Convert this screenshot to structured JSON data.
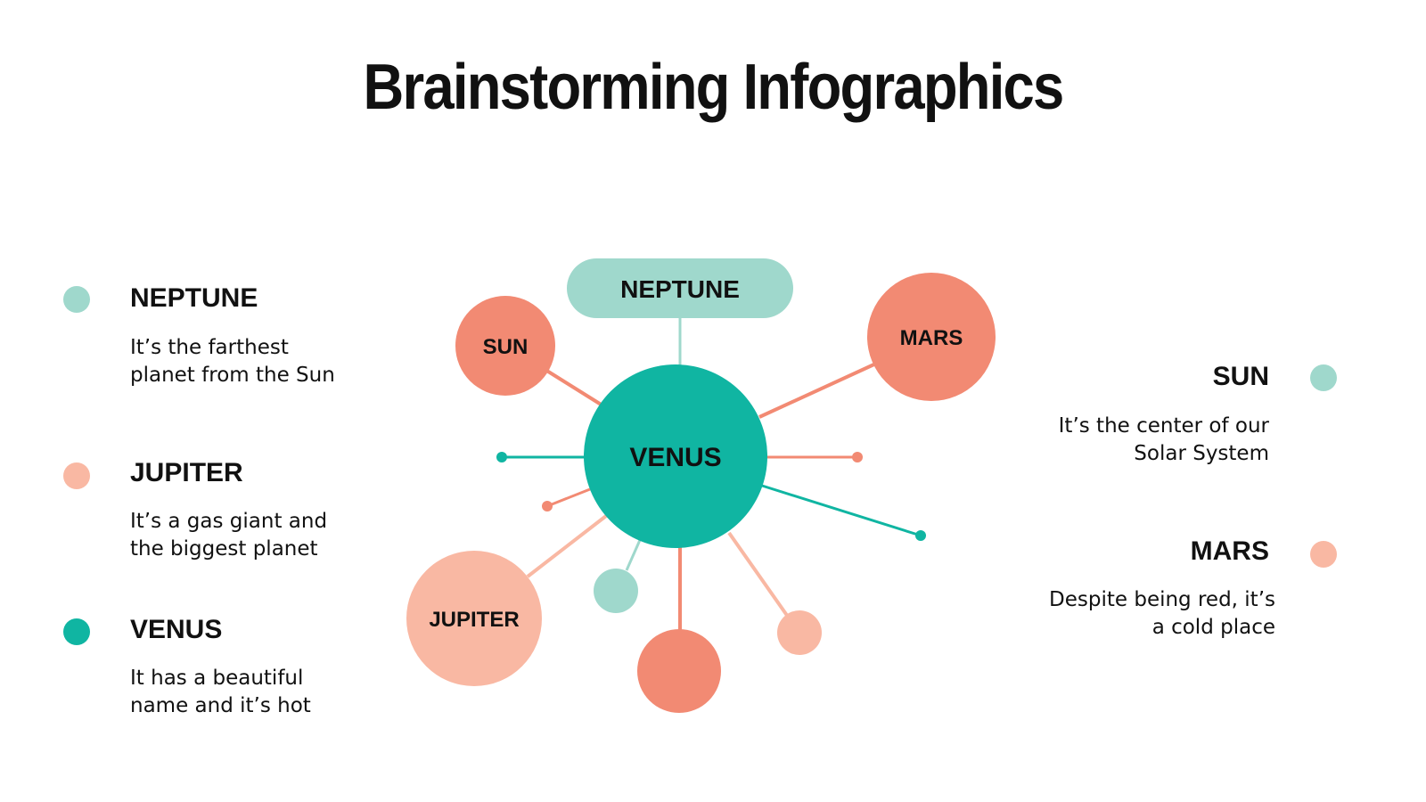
{
  "title": "Brainstorming Infographics",
  "colors": {
    "teal_light": "#9fd8cc",
    "teal": "#10b5a2",
    "salmon": "#f28a73",
    "peach": "#f9b8a3"
  },
  "legend": {
    "neptune": {
      "heading": "NEPTUNE",
      "description": "It’s the farthest\nplanet from the Sun"
    },
    "jupiter": {
      "heading": "JUPITER",
      "description": "It’s a gas giant and\nthe biggest planet"
    },
    "venus": {
      "heading": "VENUS",
      "description": "It has a beautiful\nname and it’s hot"
    },
    "sun": {
      "heading": "SUN",
      "description": "It’s the center of our\nSolar System"
    },
    "mars": {
      "heading": "MARS",
      "description": "Despite being red, it’s\na cold place"
    }
  },
  "diagram": {
    "center": "VENUS",
    "top": "NEPTUNE",
    "upper_left": "SUN",
    "upper_right": "MARS",
    "lower_left": "JUPITER"
  }
}
